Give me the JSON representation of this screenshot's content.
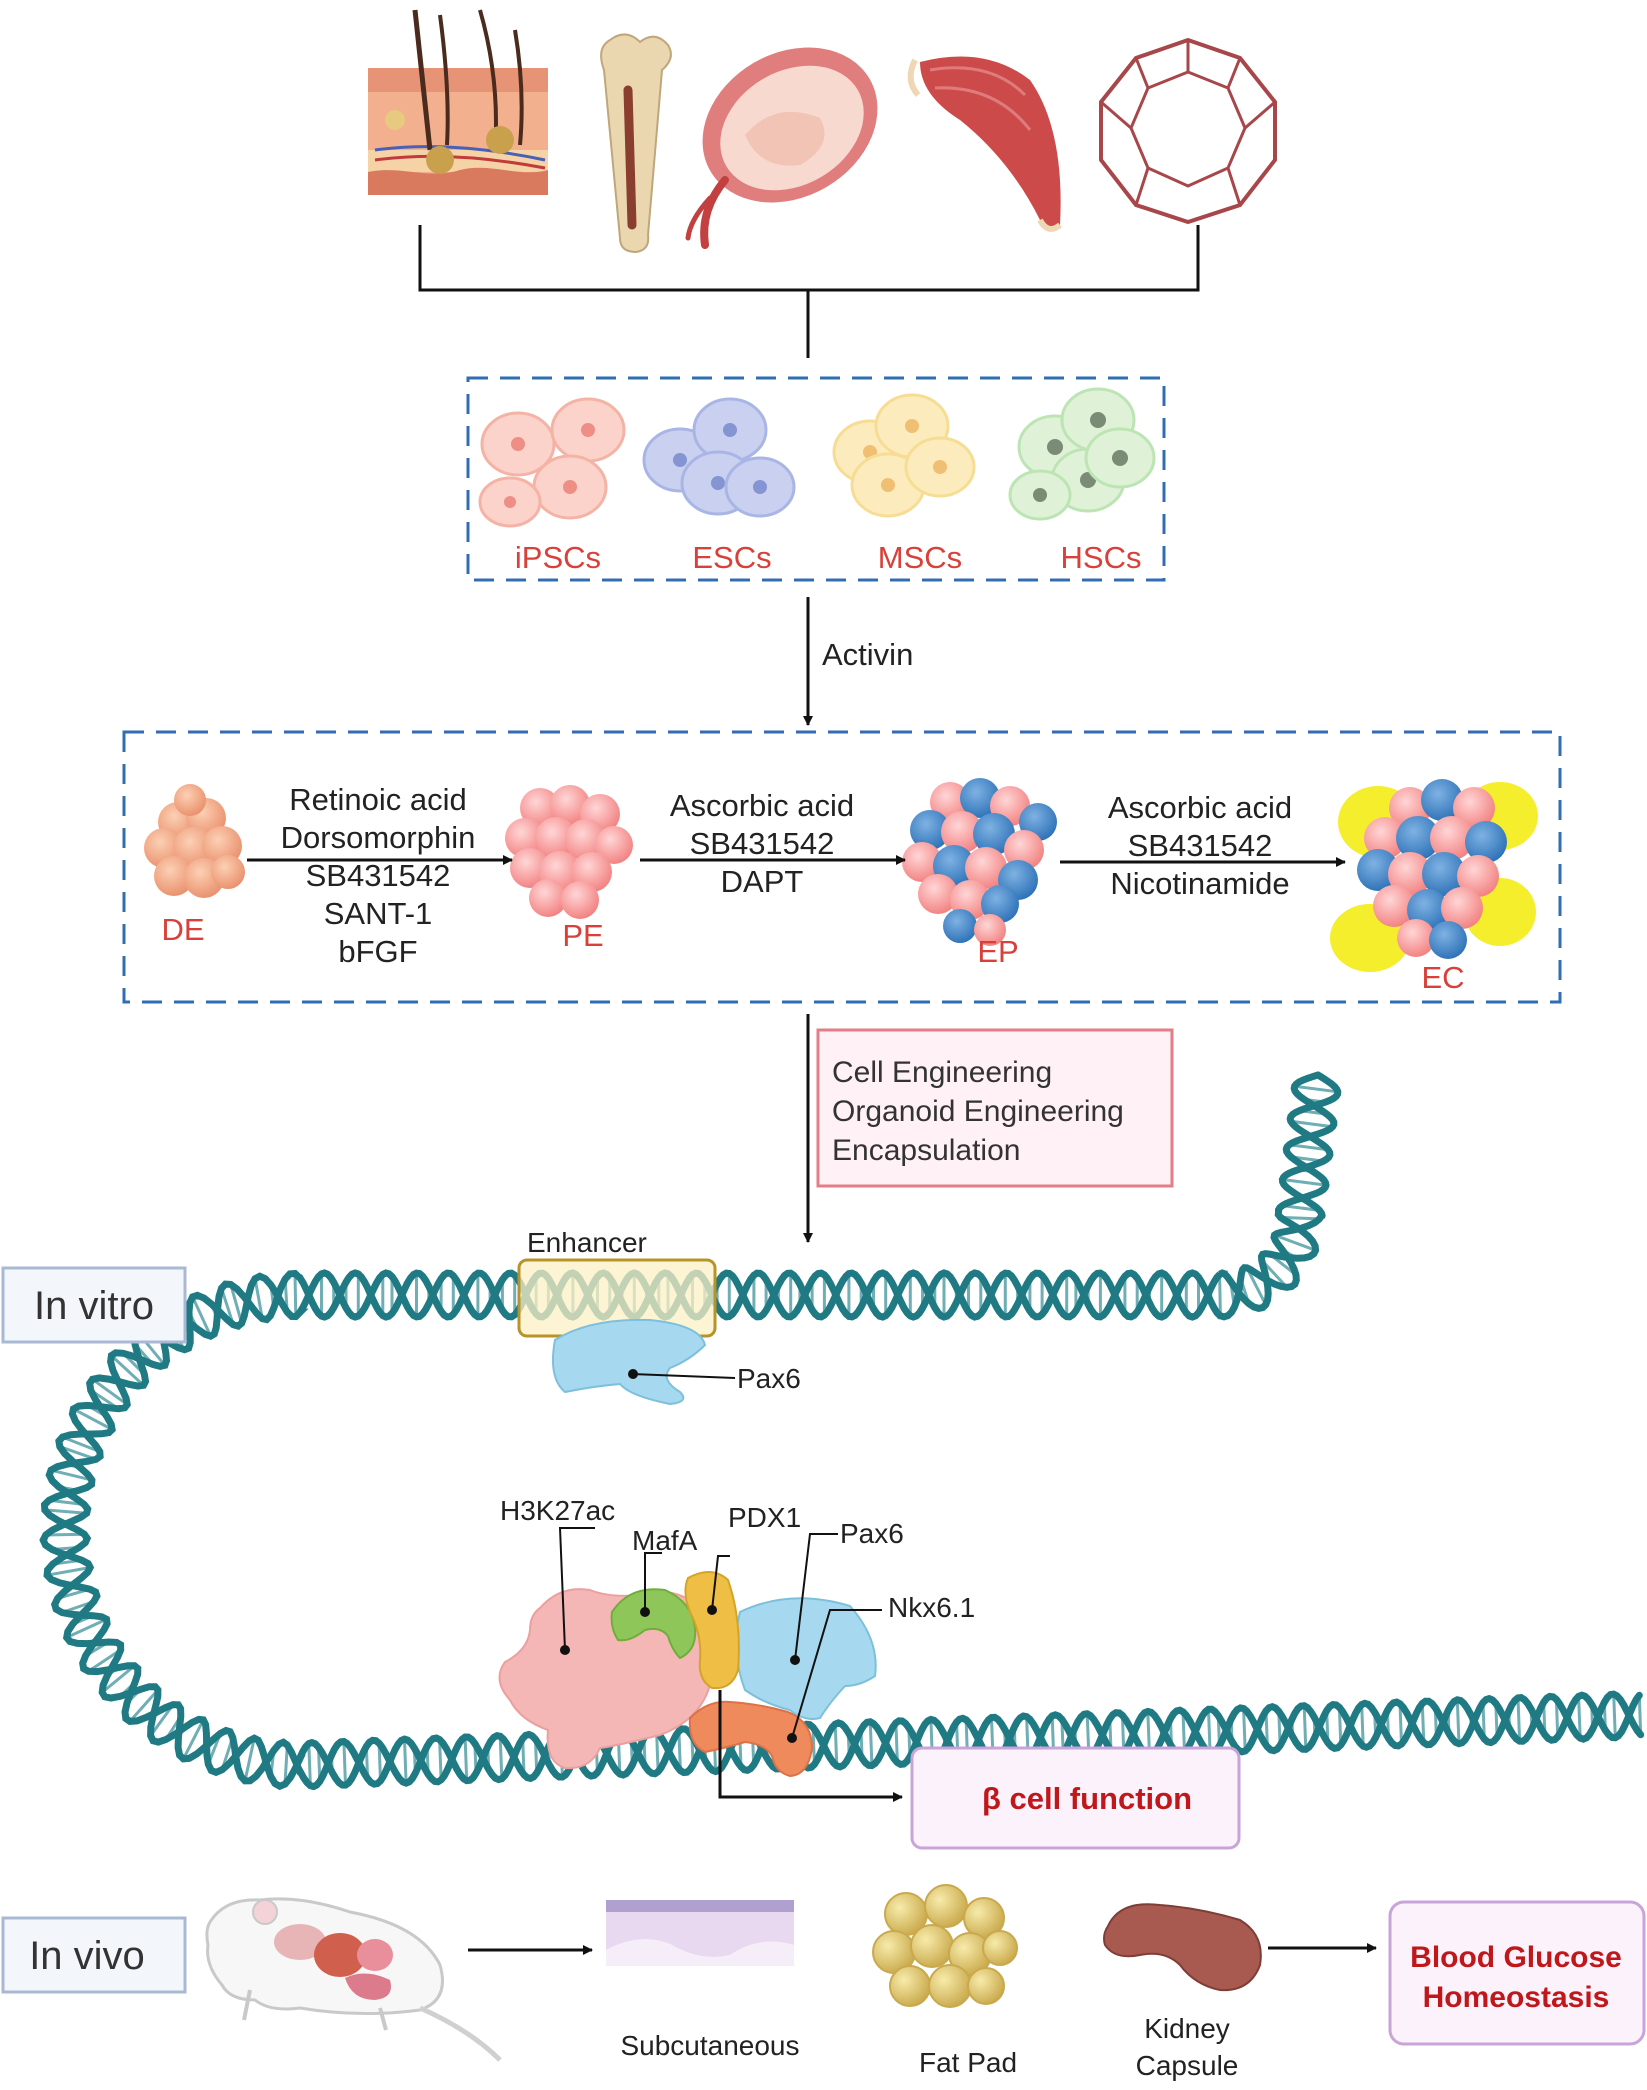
{
  "sources": {
    "icons": [
      "skin-icon",
      "bone-icon",
      "uterus-icon",
      "muscle-icon",
      "scaffold-icon"
    ]
  },
  "stem_cells": {
    "items": [
      {
        "label": "iPSCs",
        "color": "#f4b3a5"
      },
      {
        "label": "ESCs",
        "color": "#a9b5e4"
      },
      {
        "label": "MSCs",
        "color": "#f7dd94"
      },
      {
        "label": "HSCs",
        "color": "#bde4b3"
      }
    ],
    "label_color": "#d9403a"
  },
  "activin_label": "Activin",
  "differentiation": {
    "stages": [
      {
        "label": "DE"
      },
      {
        "label": "PE"
      },
      {
        "label": "EP"
      },
      {
        "label": "EC"
      }
    ],
    "step1": [
      "Retinoic acid",
      "Dorsomorphin",
      "SB431542",
      "SANT-1",
      "bFGF"
    ],
    "step2": [
      "Ascorbic acid",
      "SB431542",
      "DAPT"
    ],
    "step3": [
      "Ascorbic acid",
      "SB431542",
      "Nicotinamide"
    ]
  },
  "engineering_box": {
    "lines": [
      "Cell Engineering",
      "Organoid Engineering",
      "Encapsulation"
    ]
  },
  "in_vitro": {
    "label": "In vitro",
    "enhancer_label": "Enhancer",
    "pax6_top": "Pax6",
    "factors": {
      "h3k27ac": "H3K27ac",
      "mafa": "MafA",
      "pdx1": "PDX1",
      "pax6": "Pax6",
      "nkx": "Nkx6.1"
    },
    "outcome": "β cell function"
  },
  "in_vivo": {
    "label": "In vivo",
    "sites": [
      "Subcutaneous",
      "Fat Pad",
      "Kidney",
      "Capsule"
    ],
    "outcome_lines": [
      "Blood Glucose",
      "Homeostasis"
    ]
  },
  "colors": {
    "dashed_border": "#2f6db5",
    "dna": "#1f7a83",
    "red_label": "#d9403a",
    "outcome_text": "#c0181a",
    "box_border_pink": "#e37d86",
    "box_fill_pink": "#fff1f5",
    "box_border_purple": "#c9a4d8",
    "box_fill_purple": "#fbf2fb"
  }
}
